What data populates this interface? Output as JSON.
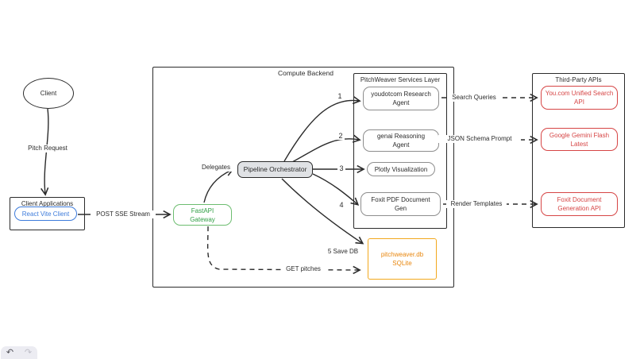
{
  "diagram": {
    "client": {
      "label": "Client"
    },
    "client_applications": {
      "title": "Client Applications",
      "react_client": "React Vite Client"
    },
    "fastapi_gateway": {
      "line1": "FastAPI",
      "line2": "Gateway"
    },
    "pipeline_orchestrator": {
      "label": "Pipeline Orchestrator"
    },
    "compute_backend": {
      "title": "Compute Backend"
    },
    "services_layer": {
      "title": "PitchWeaver Services Layer",
      "services": [
        {
          "line1": "youdotcom Research",
          "line2": "Agent"
        },
        {
          "line1": "genai Reasoning",
          "line2": "Agent"
        },
        {
          "line1": "Plotly Visualization"
        },
        {
          "line1": "Foxit PDF Document",
          "line2": "Gen"
        }
      ]
    },
    "third_party": {
      "title": "Third-Party APIs",
      "apis": [
        {
          "line1": "You.com Unified Search",
          "line2": "API"
        },
        {
          "line1": "Google Gemini Flash",
          "line2": "Latest"
        },
        {
          "line1": "Foxit Document",
          "line2": "Generation API"
        }
      ]
    },
    "database": {
      "line1": "pitchweaver.db",
      "line2": "SQLite"
    },
    "edge_labels": {
      "pitch_request": "Pitch Request",
      "post_sse_stream": "POST SSE Stream",
      "delegates": "Delegates",
      "step1": "1",
      "step2": "2",
      "step3": "3",
      "step4": "4",
      "step5_save_db": "5 Save DB",
      "search_queries": "Search Queries",
      "json_schema_prompt": "JSON Schema Prompt",
      "render_templates": "Render Templates",
      "get_pitches": "GET pitches"
    }
  },
  "toolbar": {
    "undo": "↶",
    "redo": "↷"
  },
  "colors": {
    "stroke": "#2b2b2b",
    "blue": "#3d7bdb",
    "green_border": "#6dbd70",
    "green_text": "#2f9e44",
    "red": "#d64545",
    "orange_border": "#f2a81d",
    "orange_text": "#e8860d",
    "orchestrator_fill": "#e0e2e5"
  }
}
